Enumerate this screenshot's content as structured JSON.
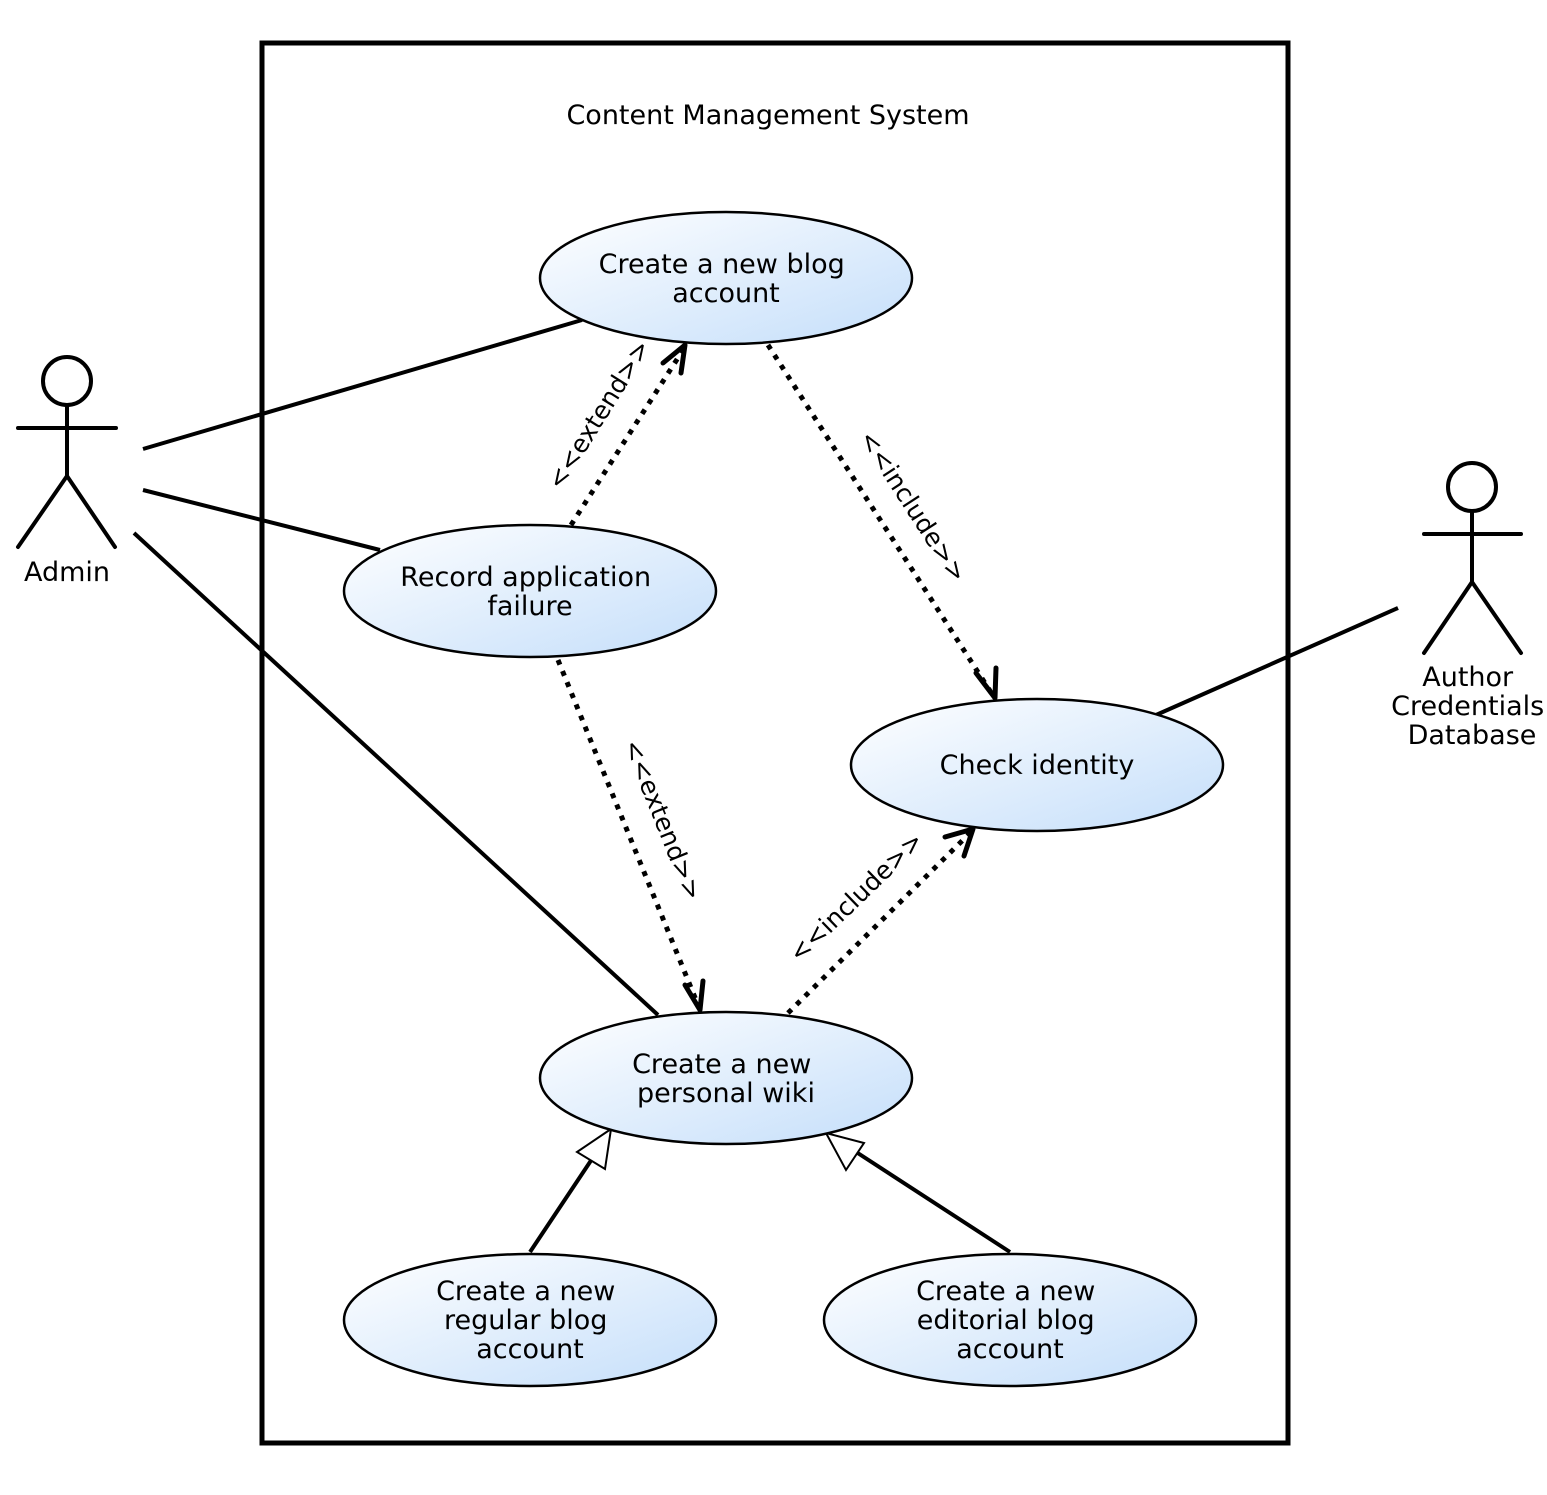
{
  "system": {
    "title": "Content Management System"
  },
  "actors": {
    "admin": {
      "label": "Admin"
    },
    "author_db": {
      "lines": [
        "Author",
        "Credentials",
        "Database"
      ]
    }
  },
  "use_cases": {
    "create_blog": {
      "lines": [
        "Create a new blog",
        "account"
      ]
    },
    "record_failure": {
      "lines": [
        "Record application",
        "failure"
      ]
    },
    "check_identity": {
      "lines": [
        "Check identity"
      ]
    },
    "create_wiki": {
      "lines": [
        "Create a new",
        "personal wiki"
      ]
    },
    "regular_blog": {
      "lines": [
        "Create a new",
        "regular blog",
        "account"
      ]
    },
    "editorial_blog": {
      "lines": [
        "Create a new",
        "editorial blog",
        "account"
      ]
    }
  },
  "relations": {
    "extend_1": "<<extend>>",
    "extend_2": "<<extend>>",
    "include_1": "<<include>>",
    "include_2": "<<include>>"
  },
  "colors": {
    "usecase_light": "#ffffff",
    "usecase_dark": "#c4defa"
  }
}
